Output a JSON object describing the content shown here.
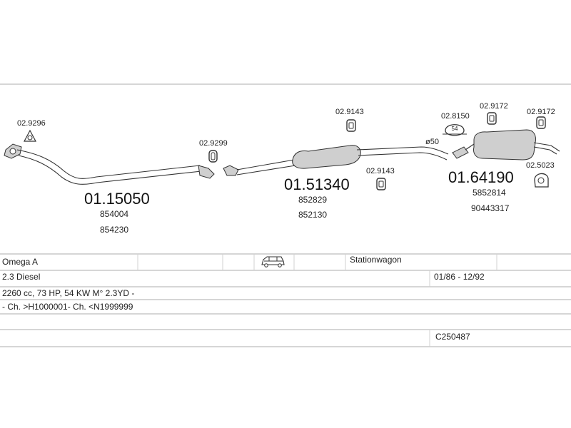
{
  "parts": [
    {
      "id": "front_pipe",
      "number": "01.15050",
      "refs": [
        "854004",
        "854230"
      ]
    },
    {
      "id": "middle_silencer",
      "number": "01.51340",
      "refs": [
        "852829",
        "852130"
      ]
    },
    {
      "id": "rear_silencer",
      "number": "01.64190",
      "refs": [
        "5852814",
        "90443317"
      ]
    }
  ],
  "accessories": {
    "a1": "02.9296",
    "a2": "02.9299",
    "a3": "02.9143",
    "a4": "02.9143",
    "a5": "02.8150",
    "a6": "02.9172",
    "a7": "02.9172",
    "a8": "02.5023"
  },
  "annotations": {
    "diameter": "ø50",
    "clamp_size": "54"
  },
  "vehicle": {
    "model": "Omega A",
    "body": "Stationwagon",
    "engine": "2.3 Diesel",
    "years": "01/86 - 12/92",
    "details": "2260 cc, 73 HP, 54 KW M° 2.3YD -",
    "chassis": "- Ch. >H1000001- Ch. <N1999999",
    "code": "C250487"
  },
  "icons": {
    "vehicle_icon": "station-wagon-car-icon"
  }
}
